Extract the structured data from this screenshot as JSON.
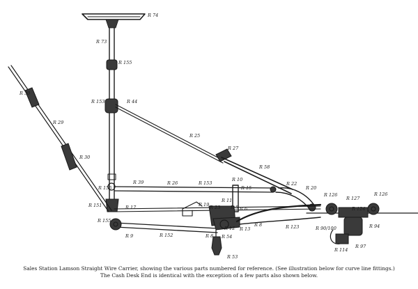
{
  "caption": {
    "line1": "Sales Station Lamson Straight Wire Carrier, showing the various parts numbered for reference. (See illustration below for curve line fittings.)",
    "line2": "The Cash Desk End is identical with the exception of a few parts also shown below."
  },
  "labels": {
    "r74": "R 74",
    "r73": "R 73",
    "r155": "R 155",
    "r153": "R 153",
    "r44": "R 44",
    "r30a": "R 30",
    "r29": "R 29",
    "r30b": "R 30",
    "r25": "R 25",
    "r27": "R 27",
    "r58": "R 58",
    "r22": "R 22",
    "r20": "R 20",
    "r156": "R 156",
    "r39": "R 39",
    "r26": "R 26",
    "r153b": "R 153",
    "r10": "R 10",
    "r15": "R 15",
    "r151": "R 151",
    "r17": "R 17",
    "r19": "R 19",
    "r11": "R 11",
    "r23": "R 23",
    "r6": "R 6",
    "r5": "R 5",
    "r155b": "R 155",
    "r9": "R 9",
    "r152": "R 152",
    "r12": "R 12",
    "r13": "R 13",
    "r8a": "R 8",
    "r8b": "R 8",
    "r54": "R 54",
    "r53": "R 53",
    "r123": "R 123",
    "r126a": "R 126",
    "r127": "R 127",
    "r126b": "R 126",
    "r124": "R 124",
    "r9099": "R 90/100",
    "r94": "R 94",
    "r114": "R 114",
    "r97": "R 97"
  }
}
